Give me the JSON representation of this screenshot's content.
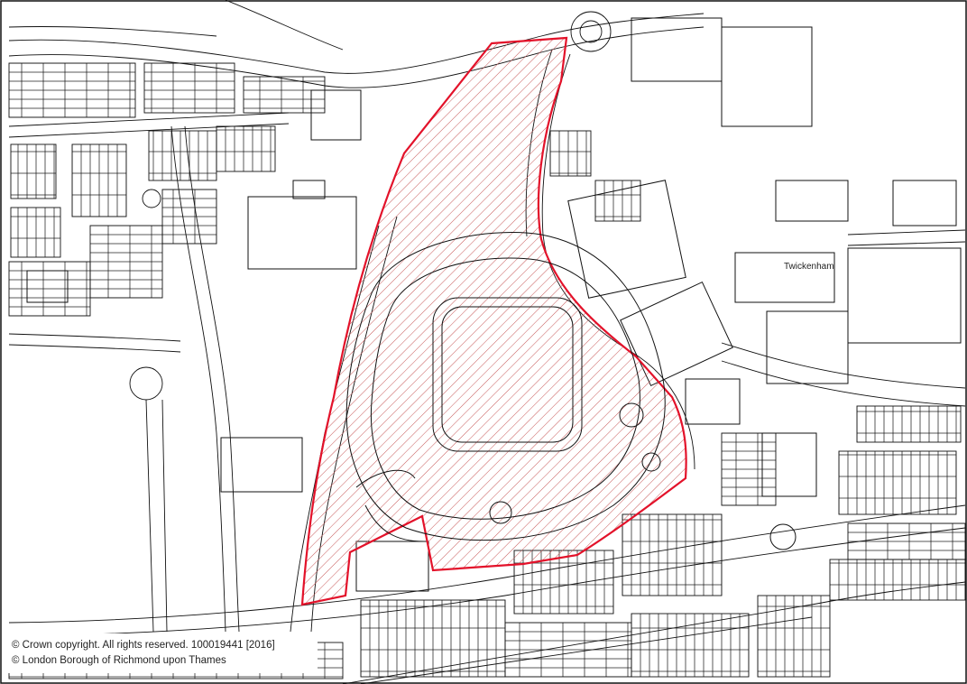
{
  "map": {
    "place_label": "Twickenham",
    "copyright_lines": [
      "© Crown copyright. All rights reserved. 100019441 [2016]",
      "© London Borough of Richmond upon Thames"
    ],
    "colors": {
      "site_boundary": "#e3122a",
      "hatch": "#c85a5a",
      "linework": "#111111",
      "background": "#ffffff"
    },
    "icons": [
      "site-boundary-hatched-area",
      "stadium-outline"
    ]
  }
}
